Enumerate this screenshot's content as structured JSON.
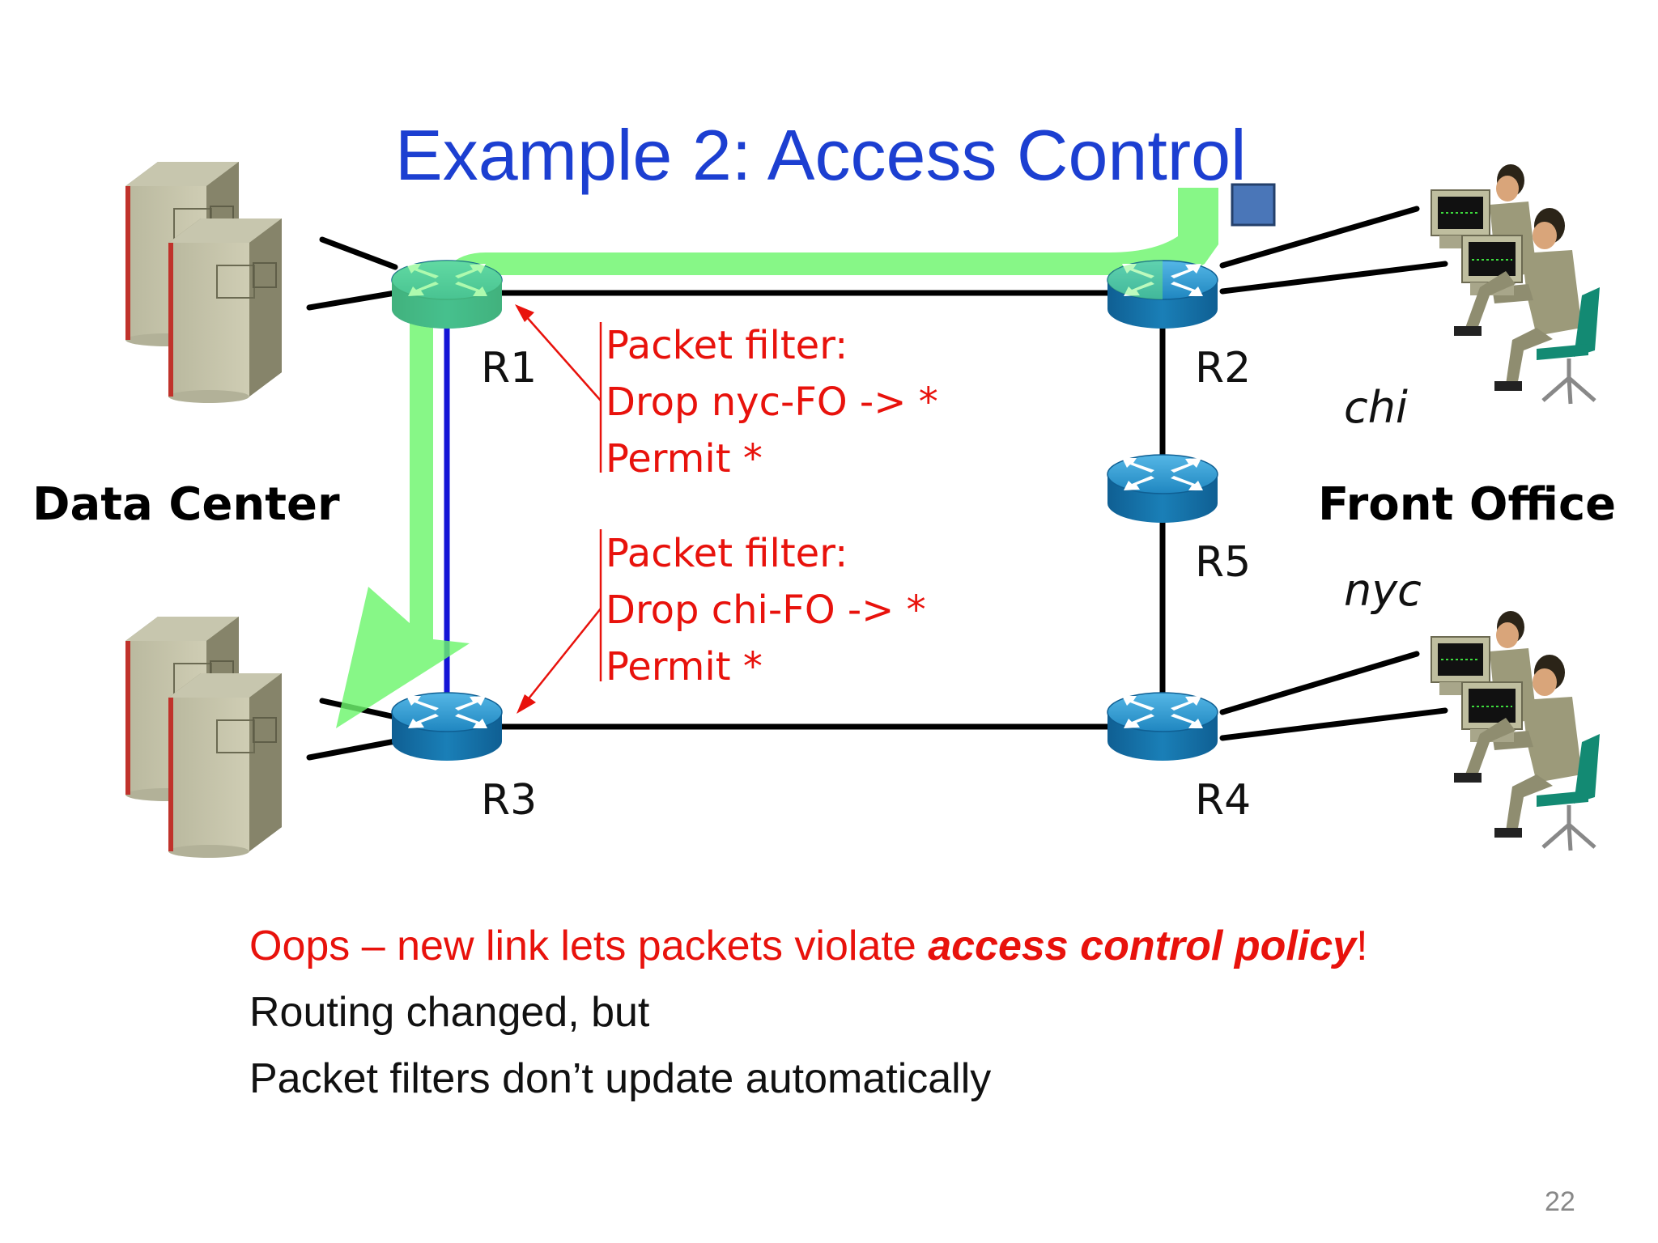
{
  "title": "Example 2: Access Control",
  "sites": {
    "data_center": "Data Center",
    "front_office": "Front Office",
    "chi": "chi",
    "nyc": "nyc"
  },
  "routers": {
    "r1": "R1",
    "r2": "R2",
    "r3": "R3",
    "r4": "R4",
    "r5": "R5"
  },
  "filter_r1": {
    "line1": "Packet filter:",
    "line2": "Drop nyc-FO -> *",
    "line3": "Permit *"
  },
  "filter_r3": {
    "line1": "Packet filter:",
    "line2": "Drop chi-FO -> *",
    "line3": "Permit *"
  },
  "notes": {
    "oops_prefix": "Oops – new link lets packets violate ",
    "oops_emphasis": "access control policy",
    "oops_suffix": "!",
    "line2": "Routing changed, but",
    "line3": "Packet filters don’t update automatically"
  },
  "page_number": "22",
  "colors": {
    "title": "#1c3fd1",
    "alert": "#e8120c",
    "flow": "#6cf56c",
    "new_link": "#1414d6",
    "router": "#1f7fb5"
  }
}
